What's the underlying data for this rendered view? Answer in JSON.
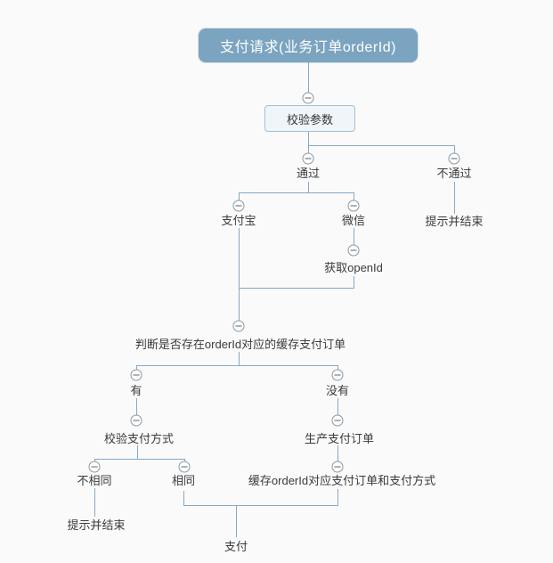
{
  "app": {
    "background_color": "#fafafa",
    "line_color": "#85a9c6",
    "root_fill_color": "#7ba4c0",
    "root_text_color": "#ffffff",
    "boxed_node_fill": "#f0f5f9",
    "boxed_node_border": "#a3c0d6",
    "label_text_color": "#3b3b3b"
  },
  "diagram": {
    "root": {
      "label": "支付请求(业务订单orderId)"
    },
    "nodes": {
      "validate_params": {
        "label": "校验参数"
      },
      "pass": {
        "label": "通过"
      },
      "fail": {
        "label": "不通过"
      },
      "fail_end": {
        "label": "提示并结束"
      },
      "alipay": {
        "label": "支付宝"
      },
      "wechat": {
        "label": "微信"
      },
      "get_openid": {
        "label": "获取openId"
      },
      "check_cache": {
        "label": "判断是否存在orderId对应的缓存支付订单"
      },
      "has": {
        "label": "有"
      },
      "has_not": {
        "label": "没有"
      },
      "verify_method": {
        "label": "校验支付方式"
      },
      "create_order": {
        "label": "生产支付订单"
      },
      "different": {
        "label": "不相同"
      },
      "same": {
        "label": "相同"
      },
      "cache_order": {
        "label": "缓存orderId对应支付订单和支付方式"
      },
      "diff_end": {
        "label": "提示并结束"
      },
      "pay": {
        "label": "支付"
      }
    },
    "icon": {
      "collapse_symbol": "-"
    }
  }
}
